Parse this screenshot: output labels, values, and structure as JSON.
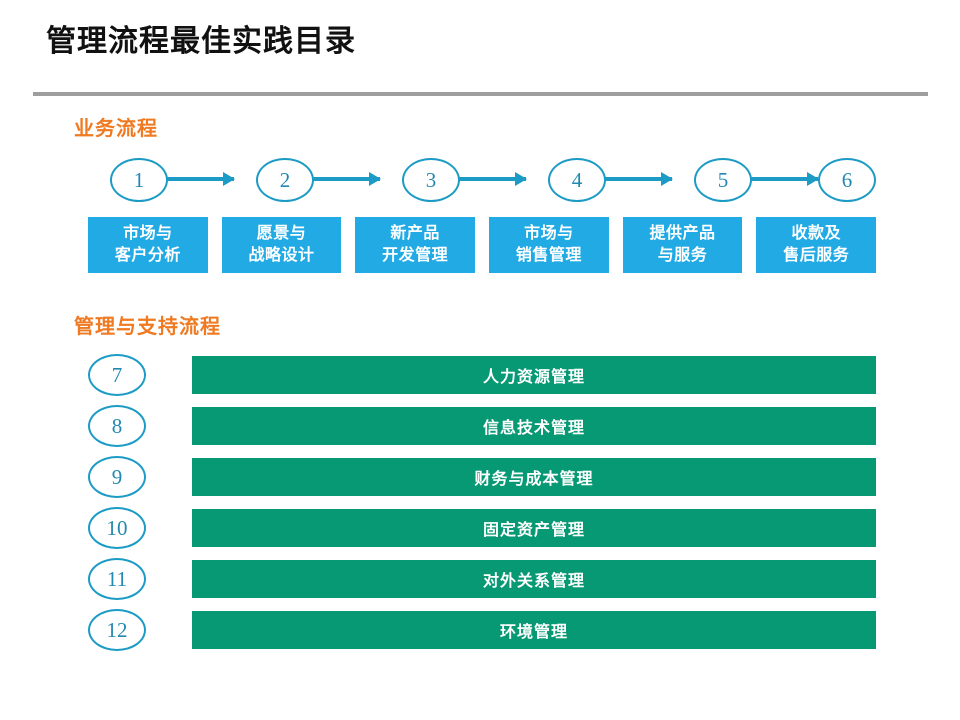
{
  "slide": {
    "title": "管理流程最佳实践目录",
    "background": "#ffffff",
    "divider_color": "#9e9e9e"
  },
  "colors": {
    "heading_orange": "#ef7a21",
    "node_blue": "#1c9bc6",
    "node_number_blue": "#2389b0",
    "box_blue": "#22aae5",
    "bar_green": "#079874",
    "title_black": "#111111"
  },
  "business_section": {
    "heading": "业务流程",
    "nodes": [
      {
        "number": "1"
      },
      {
        "number": "2"
      },
      {
        "number": "3"
      },
      {
        "number": "4"
      },
      {
        "number": "5"
      },
      {
        "number": "6"
      }
    ],
    "boxes": [
      {
        "line1": "市场与",
        "line2": "客户分析"
      },
      {
        "line1": "愿景与",
        "line2": "战略设计"
      },
      {
        "line1": "新产品",
        "line2": "开发管理"
      },
      {
        "line1": "市场与",
        "line2": "销售管理"
      },
      {
        "line1": "提供产品",
        "line2": "与服务"
      },
      {
        "line1": "收款及",
        "line2": "售后服务"
      }
    ]
  },
  "support_section": {
    "heading": "管理与支持流程",
    "rows": [
      {
        "number": "7",
        "label": "人力资源管理"
      },
      {
        "number": "8",
        "label": "信息技术管理"
      },
      {
        "number": "9",
        "label": "财务与成本管理"
      },
      {
        "number": "10",
        "label": "固定资产管理"
      },
      {
        "number": "11",
        "label": "对外关系管理"
      },
      {
        "number": "12",
        "label": "环境管理"
      }
    ]
  }
}
